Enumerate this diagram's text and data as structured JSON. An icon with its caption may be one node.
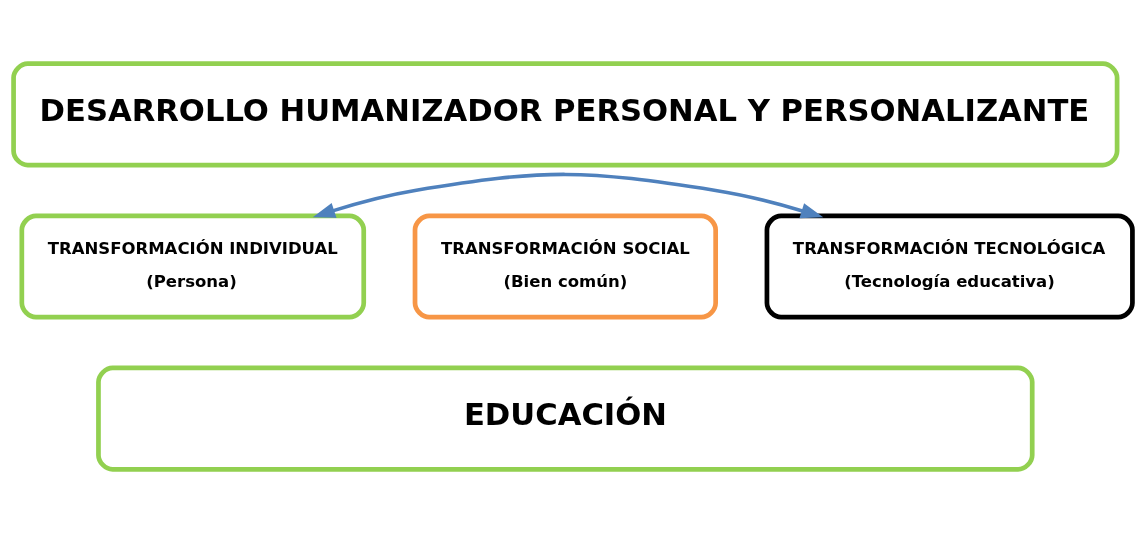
{
  "diagram": {
    "nodes": [
      {
        "text": [
          "DESARROLLO HUMANIZADOR PERSONAL Y PERSONALIZANTE"
        ]
      },
      {
        "text": [
          "TRANSFORMACIÓN INDIVIDUAL",
          "(Persona)"
        ]
      },
      {
        "text": [
          "TRANSFORMACIÓN SOCIAL",
          "(Bien común)"
        ]
      },
      {
        "text": [
          "TRANSFORMACIÓN TECNOLÓGICA",
          "(Tecnología educativa)"
        ]
      },
      {
        "text": [
          "EDUCACIÓN"
        ]
      }
    ],
    "edges": [
      {
        "from": 1,
        "to": 3,
        "arrow": "both",
        "color": "#4f81bd"
      }
    ]
  }
}
